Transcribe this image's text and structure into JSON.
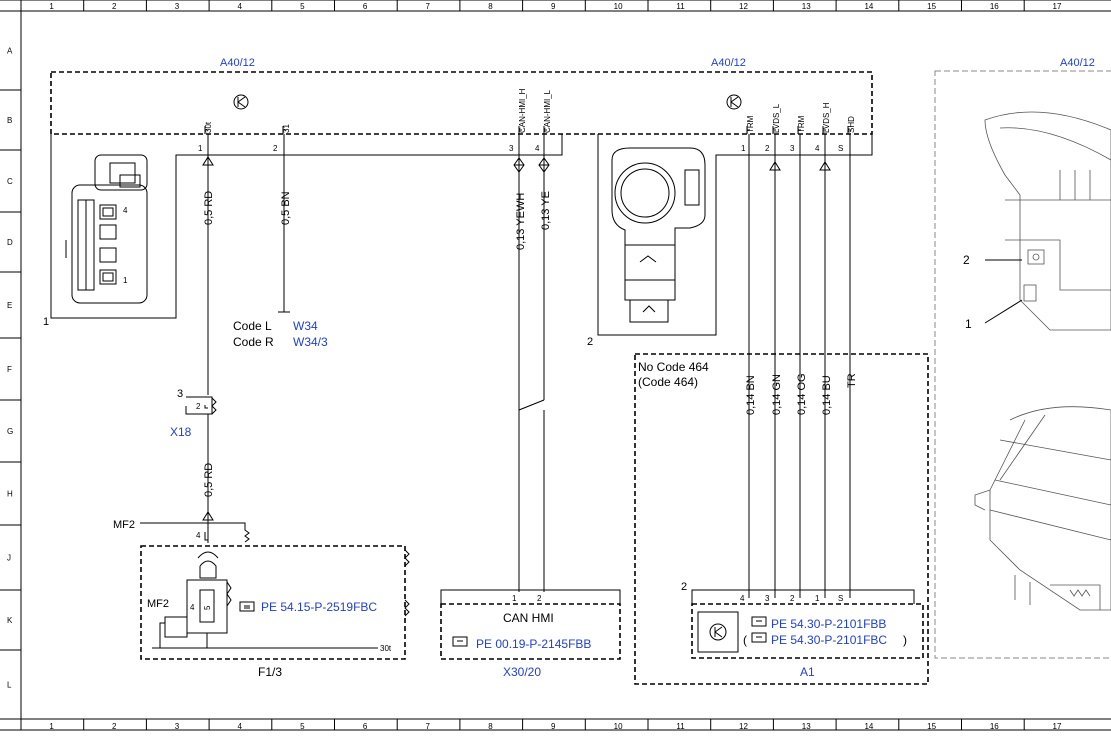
{
  "grid": {
    "columns": [
      "1",
      "2",
      "3",
      "4",
      "5",
      "6",
      "7",
      "8",
      "9",
      "10",
      "11",
      "12",
      "13",
      "14",
      "15",
      "16",
      "17"
    ],
    "rows": [
      "A",
      "B",
      "C",
      "D",
      "E",
      "F",
      "G",
      "H",
      "J",
      "K",
      "L"
    ]
  },
  "components": {
    "a40_left": "A40/12",
    "a40_mid": "A40/12",
    "a40_right": "A40/12",
    "x18": "X18",
    "mf2_top": "MF2",
    "mf2_inner": "MF2",
    "f1_3": "F1/3",
    "can_hmi": "CAN HMI",
    "x30_20": "X30/20",
    "a1": "A1",
    "label_1": "1",
    "label_2": "2",
    "label_3": "3",
    "label_2b": "2",
    "photo_1": "1",
    "photo_2": "2"
  },
  "codes": {
    "code_l": "Code L",
    "code_l_ref": "W34",
    "code_r": "Code R",
    "code_r_ref": "W34/3",
    "no_code": "No Code 464",
    "code_464": "(Code 464)"
  },
  "pins": {
    "p30t": "30t",
    "p31": "31",
    "can_h": "CAN-HMI_H",
    "can_l": "CAN-HMI_L",
    "trm1": "TRM",
    "lvds_l": "LVDS_L",
    "trm2": "TRM",
    "lvds_h": "LVDS_H",
    "shd": "SHD",
    "n1": "1",
    "n2": "2",
    "n3": "3",
    "n4": "4",
    "m1": "1",
    "m2": "2",
    "m3": "3",
    "m4": "4",
    "ms": "S",
    "x18pin": "2",
    "mf2pin": "4",
    "fusepin": "4",
    "fuse_s": "5",
    "out30t": "30t",
    "can_b1": "1",
    "can_b2": "2",
    "a1_4": "4",
    "a1_3": "3",
    "a1_2": "2",
    "a1_1": "1",
    "a1_s": "S"
  },
  "wires": {
    "w_rd1": "0,5 RD",
    "w_bn": "0,5 BN",
    "w_yewh": "0,13 YEWH",
    "w_ye": "0,13 YE",
    "w_rd2": "0,5 RD",
    "w_14bn": "0,14 BN",
    "w_14gn": "0,14 GN",
    "w_14og": "0,14 OG",
    "w_14bu": "0,14 BU",
    "w_tr": "TR"
  },
  "refs": {
    "ref_f13": "PE 54.15-P-2519FBC",
    "ref_can": "PE 00.19-P-2145FBB",
    "ref_a1a": "PE 54.30-P-2101FBB",
    "ref_a1b": "PE 54.30-P-2101FBC",
    "ref_a1b_close": ")",
    "ref_a1b_open": "("
  },
  "colors": {
    "link": "#1f3fd6",
    "frame": "#000000",
    "guide": "#8a8a8a"
  }
}
